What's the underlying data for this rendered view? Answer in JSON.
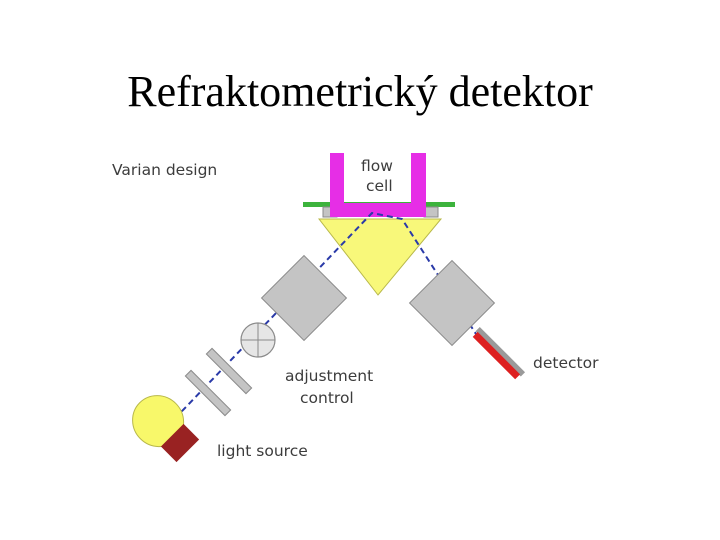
{
  "slide": {
    "title": "Refraktometrický detektor"
  },
  "diagram": {
    "header": "Varian design",
    "flow_cell": [
      "flow",
      "cell"
    ],
    "detector": "detector",
    "adjustment_control": [
      "adjustment",
      "control"
    ],
    "light_source": "light source",
    "colors": {
      "flow_cell": "#e62ee6",
      "prism": "#f8f87a",
      "window_plate": "#3cb33c",
      "optic_block": "#c4c4c4",
      "detector_strip": "#dd2020",
      "lamp_bulb": "#f8f86a",
      "lamp_base": "#992222",
      "beam": "#2a3aa8",
      "label_text": "#3c3c3c"
    }
  }
}
